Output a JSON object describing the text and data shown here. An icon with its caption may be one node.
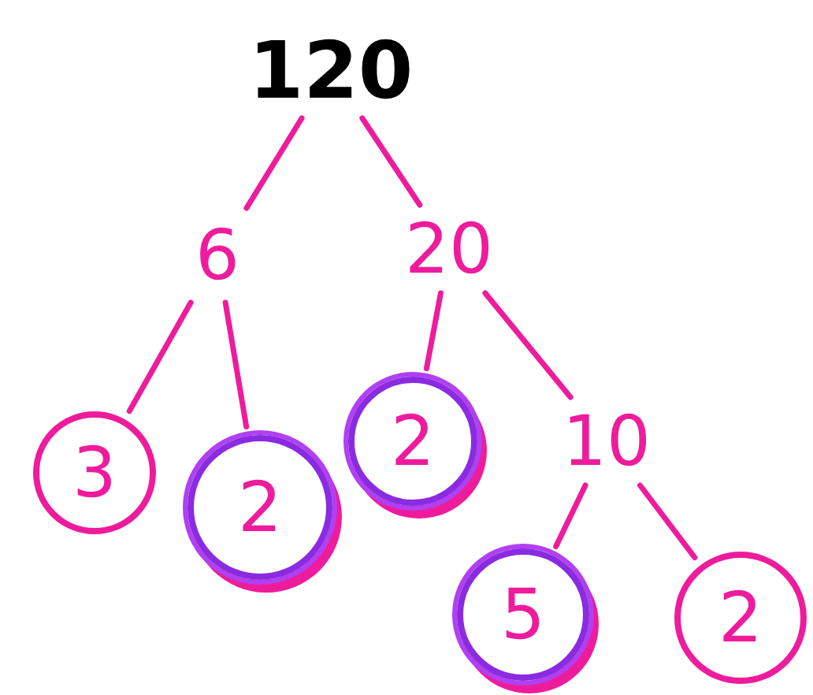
{
  "diagram": {
    "nodes": [
      {
        "text": [
          "120"
        ]
      },
      {
        "text": [
          "6"
        ]
      },
      {
        "text": [
          "20"
        ]
      },
      {
        "text": [
          "3"
        ]
      },
      {
        "text": [
          "2"
        ]
      },
      {
        "text": [
          "2"
        ]
      },
      {
        "text": [
          "10"
        ]
      },
      {
        "text": [
          "5"
        ]
      },
      {
        "text": [
          "2"
        ]
      }
    ],
    "edges": [
      {
        "from": 0,
        "to": 1,
        "arrow": "none"
      },
      {
        "from": 0,
        "to": 2,
        "arrow": "none"
      },
      {
        "from": 1,
        "to": 3,
        "arrow": "none"
      },
      {
        "from": 1,
        "to": 4,
        "arrow": "none"
      },
      {
        "from": 2,
        "to": 5,
        "arrow": "none"
      },
      {
        "from": 2,
        "to": 6,
        "arrow": "none"
      },
      {
        "from": 6,
        "to": 7,
        "arrow": "none"
      },
      {
        "from": 6,
        "to": 8,
        "arrow": "none"
      }
    ]
  }
}
